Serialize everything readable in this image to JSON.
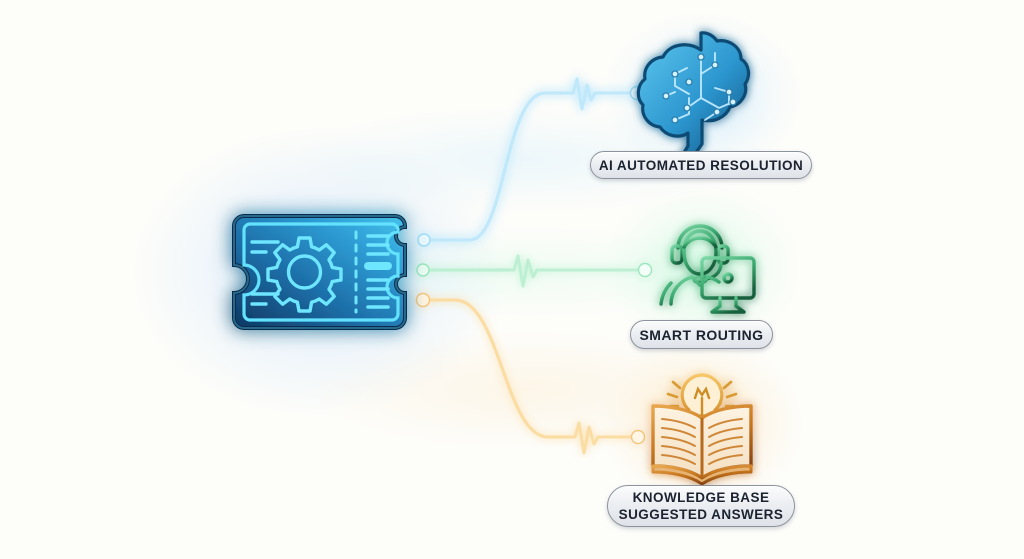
{
  "page": {
    "background_color": "#fdfdfa",
    "title": "AI Ticket Routing Diagram"
  },
  "source_node": {
    "name": "support-ticket",
    "icon": "ticket-gear-icon",
    "colors": {
      "fill_dark": "#0f3b63",
      "fill_light": "#3fb9e8",
      "stroke": "#5fe0ff",
      "glow": "#5fc8ff"
    }
  },
  "branches": [
    {
      "id": "ai-automated-resolution",
      "label": "AI AUTOMATED RESOLUTION",
      "icon": "brain-circuit-icon",
      "color": "#29a8e0",
      "accent": "#7fd4f5",
      "glow": "#6fc8ff",
      "connector": "s-curve-up",
      "pulse": true
    },
    {
      "id": "smart-routing",
      "label": "SMART ROUTING",
      "icon": "support-agent-headset-icon",
      "color": "#2fa96a",
      "accent": "#8fe3b4",
      "glow": "#76e3a8",
      "connector": "straight",
      "pulse": true
    },
    {
      "id": "knowledge-base-suggested-answers",
      "label_line1": "KNOWLEDGE BASE",
      "label_line2": "SUGGESTED ANSWERS",
      "icon": "book-lightbulb-icon",
      "color": "#c8761e",
      "accent": "#f0c070",
      "glow": "#ffc06a",
      "connector": "s-curve-down",
      "pulse": true
    }
  ]
}
